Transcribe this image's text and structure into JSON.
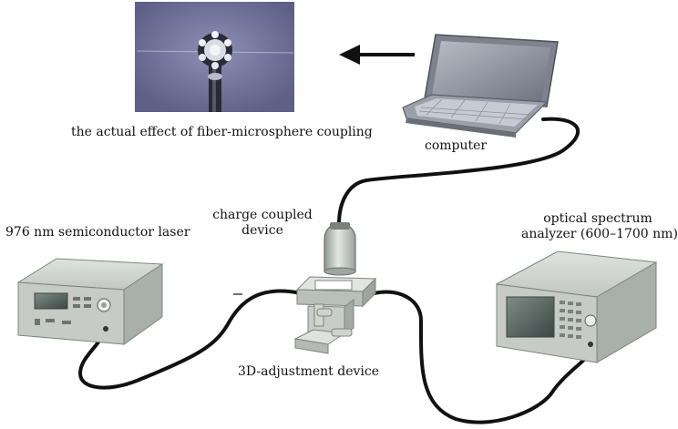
{
  "labels": {
    "photo_caption": "the actual effect of fiber-microsphere coupling",
    "computer": "computer",
    "ccd_line1": "charge coupled",
    "ccd_line2": "device",
    "laser": "976 nm semiconductor laser",
    "osa_line1": "optical spectrum",
    "osa_line2": "analyzer (600–1700 nm)",
    "stage": "3D-adjustment device"
  },
  "colors": {
    "background": "#ffffff",
    "photo_background": "#6e6f96",
    "device_body": "#c9cdc9",
    "device_panel": "#8e9691",
    "screen": "#4a5a55",
    "laptop_body": "#8c9099",
    "fiber": "#111111"
  },
  "icons": {
    "arrow": "arrow-left-icon",
    "computer": "laptop-icon",
    "laser": "laser-box-icon",
    "osa": "spectrum-analyzer-icon",
    "ccd": "ccd-camera-icon",
    "stage": "stage-mount-icon"
  }
}
